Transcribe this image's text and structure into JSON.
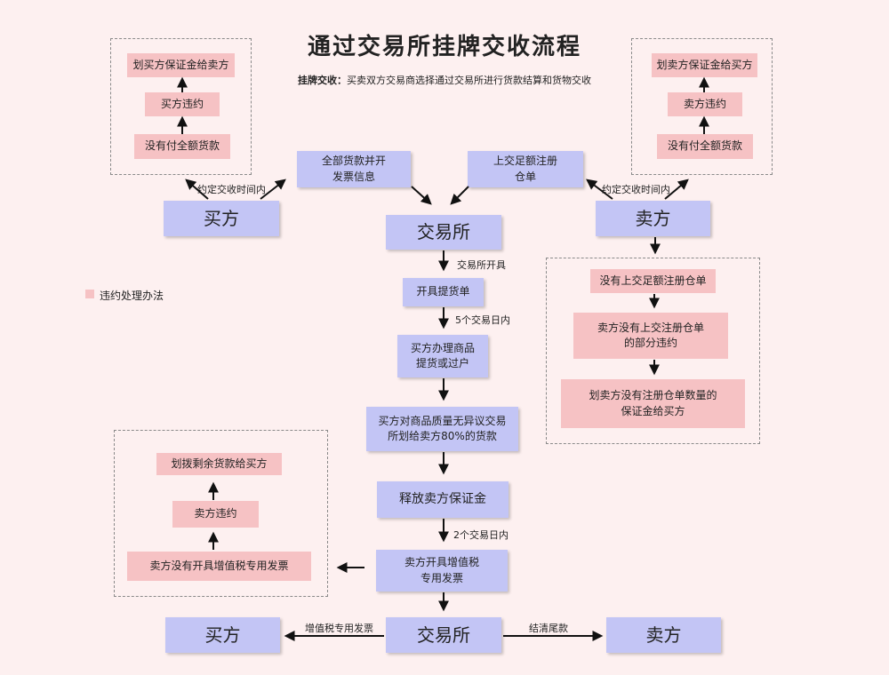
{
  "title": "通过交易所挂牌交收流程",
  "subtitle": {
    "label": "挂牌交收：",
    "text": "买卖双方交易商选择通过交易所进行货款结算和货物交收"
  },
  "legend": {
    "label": "违约处理办法",
    "color": "#f6c2c4"
  },
  "colors": {
    "process": "#c3c5f5",
    "default": "#f6c2c4",
    "background": "#fdf0f0"
  },
  "boxes": {
    "buyer_top": "买方",
    "seller_top": "卖方",
    "exchange_top": "交易所",
    "full_payment": "全部货款并开\n发票信息",
    "submit_receipt": "上交足额注册\n仓单",
    "bill_of_lading": "开具提货单",
    "buyer_pickup": "买方办理商品\n提货或过户",
    "transfer_80": "买方对商品质量无异议交易\n所划给卖方80%的货款",
    "release_margin": "释放卖方保证金",
    "vat_invoice": "卖方开具增值税\n专用发票",
    "exchange_bottom": "交易所",
    "buyer_bottom": "买方",
    "seller_bottom": "卖方"
  },
  "buyer_default": [
    "划买方保证金给卖方",
    "买方违约",
    "没有付全额货款"
  ],
  "seller_default_top": [
    "划卖方保证金给买方",
    "卖方违约",
    "没有付全额货款"
  ],
  "seller_default_right": [
    "没有上交足额注册仓单",
    "卖方没有上交注册仓单\n的部分违约",
    "划卖方没有注册仓单数量的\n保证金给买方"
  ],
  "seller_default_bottom": [
    "划拨剩余货款给买方",
    "卖方违约",
    "卖方没有开具增值税专用发票"
  ],
  "labels": {
    "agreed_time_buyer": "约定交收时间内",
    "agreed_time_seller": "约定交收时间内",
    "exchange_issues": "交易所开具",
    "five_days": "5个交易日内",
    "two_days": "2个交易日内",
    "vat_label": "增值税专用发票",
    "settle": "结清尾款"
  }
}
